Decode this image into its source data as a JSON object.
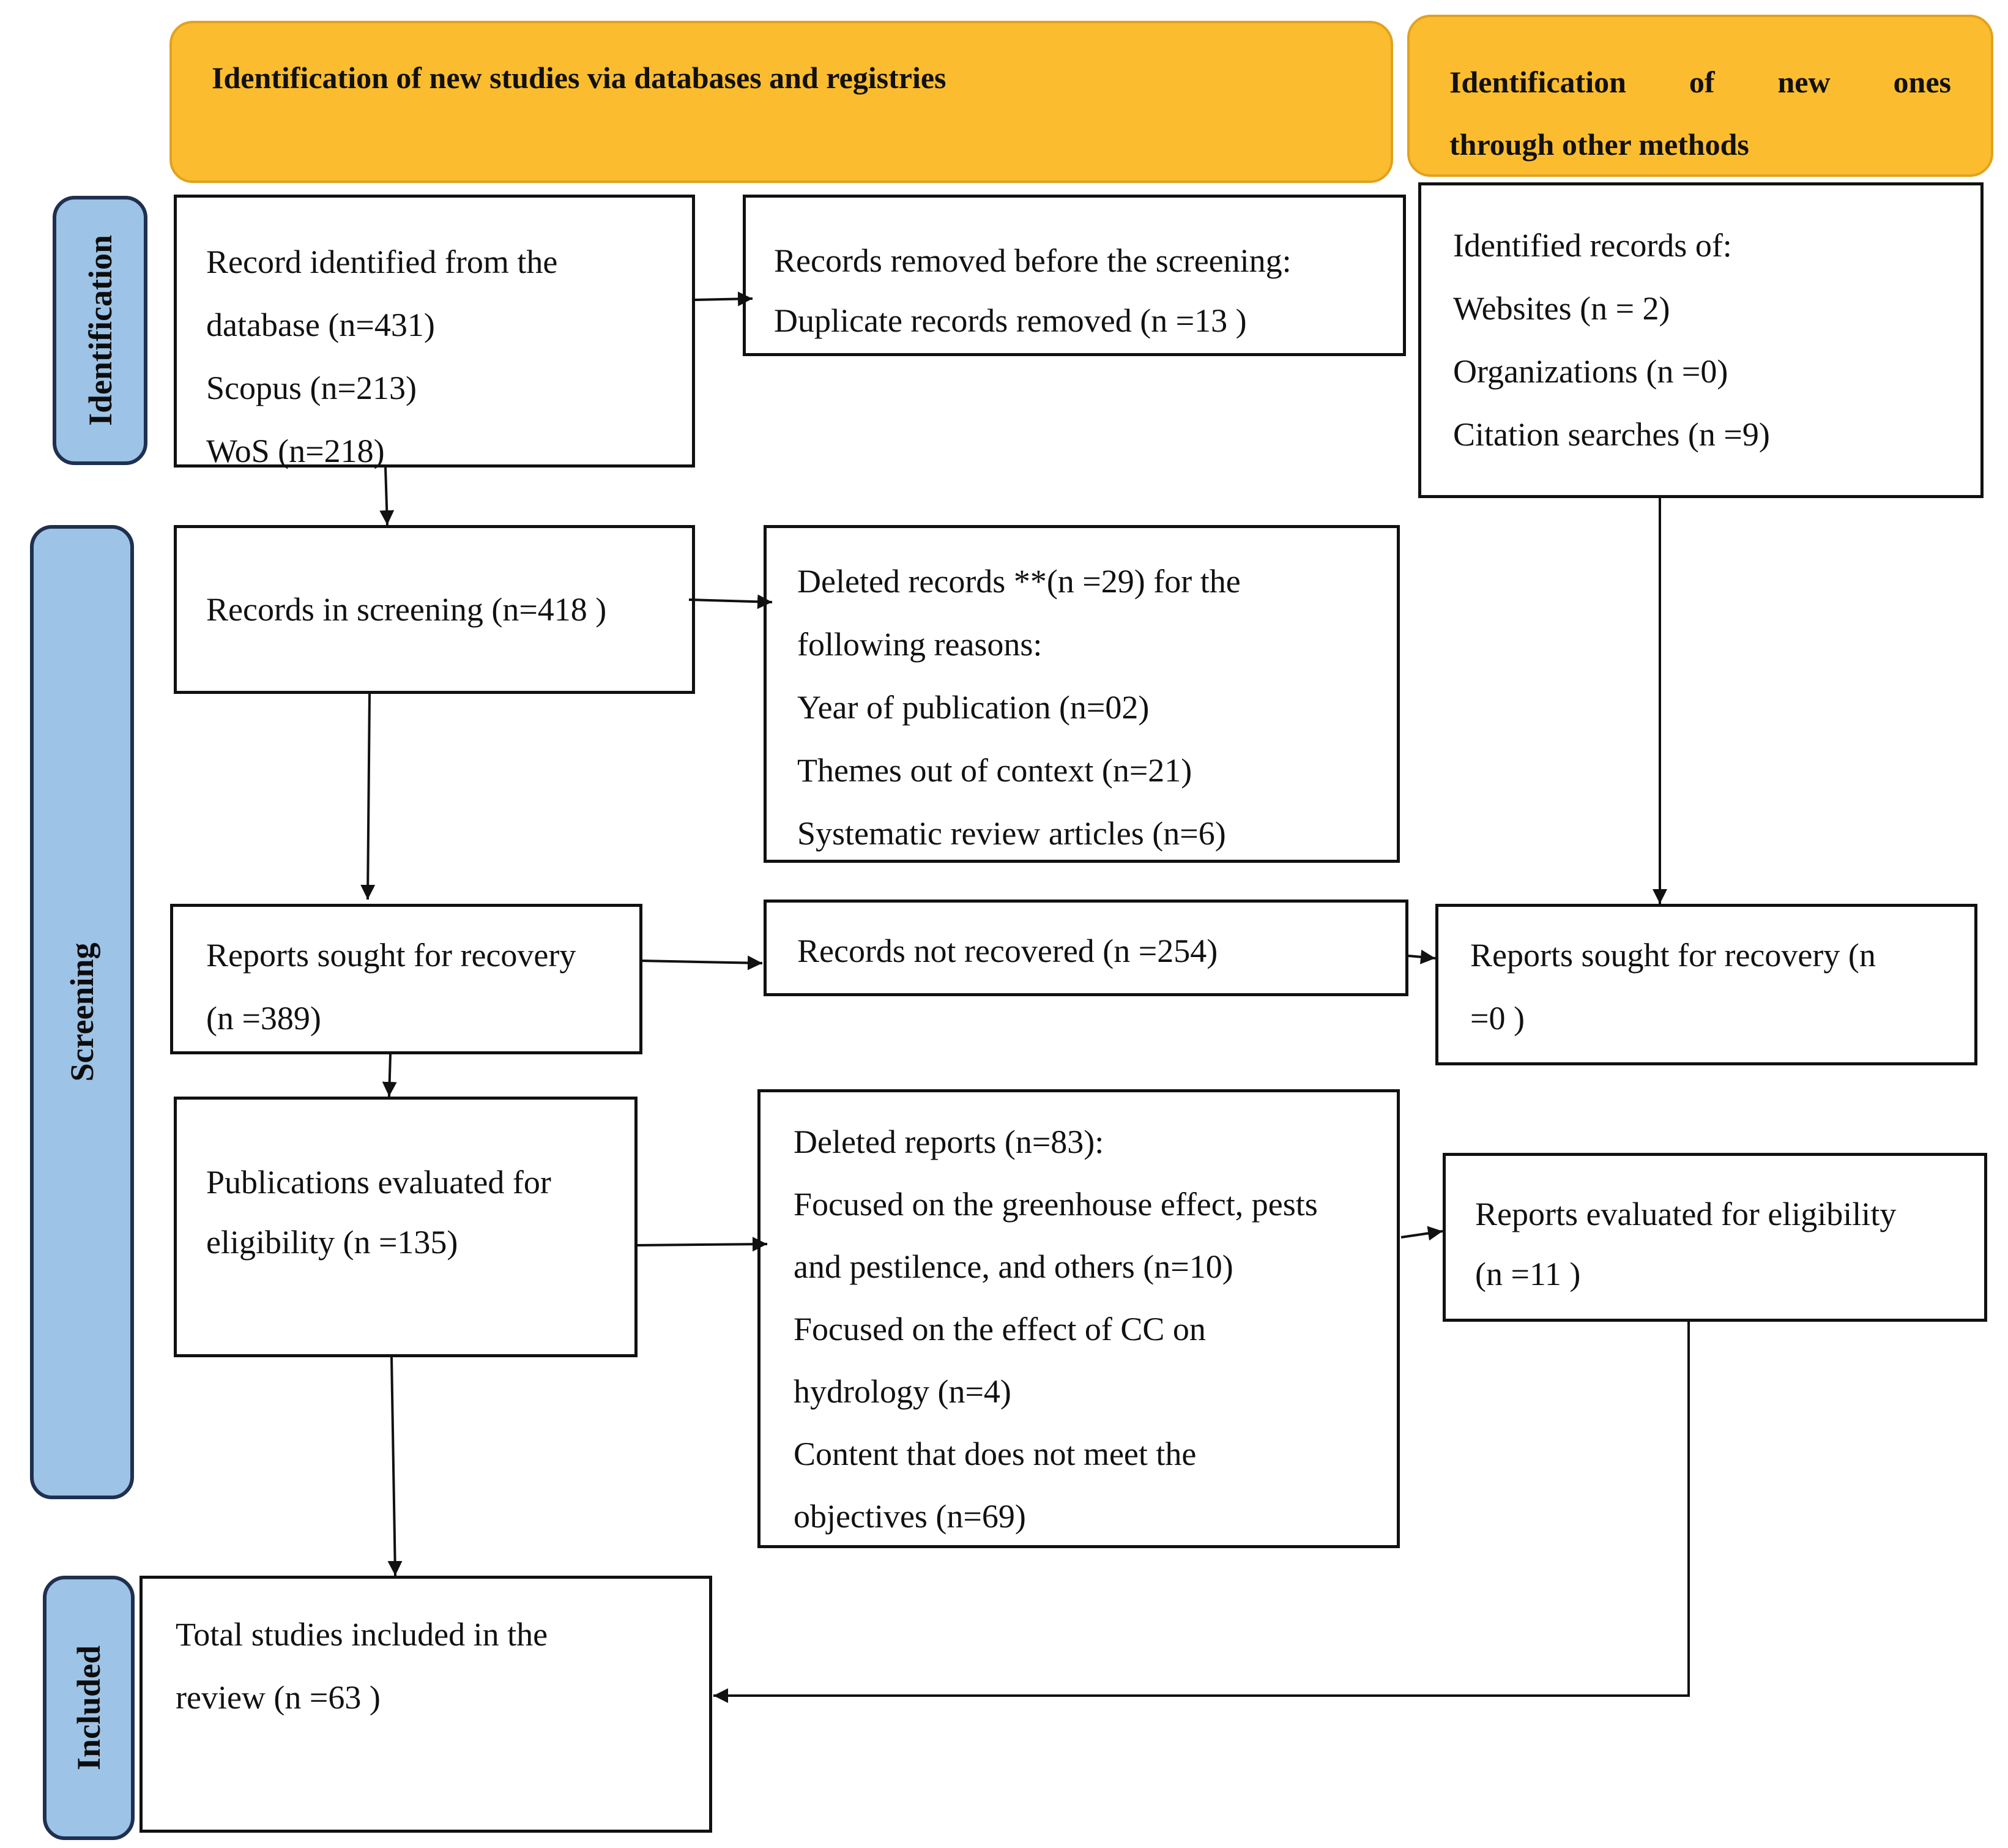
{
  "headers": {
    "databases": "Identification of new studies via databases and registries",
    "other_methods_line1": "Identification of new ones",
    "other_methods_line2": "through other methods"
  },
  "phases": {
    "identification": "Identification",
    "screening": "Screening",
    "included": "Included"
  },
  "boxes": {
    "record_identified": [
      "Record identified from the",
      "database (n=431)",
      "Scopus (n=213)",
      "WoS (n=218)"
    ],
    "removed_before_screening": [
      "Records removed before the screening:",
      "Duplicate records removed (n =13 )"
    ],
    "other_identified": [
      "Identified records of:",
      "Websites (n = 2)",
      "Organizations (n =0)",
      "Citation searches (n =9)"
    ],
    "records_screening": [
      "Records in screening (n=418 )"
    ],
    "deleted_records": [
      "Deleted records **(n =29) for the",
      "following reasons:",
      "Year of publication (n=02)",
      "Themes out of context (n=21)",
      "Systematic review articles (n=6)"
    ],
    "reports_sought": [
      "Reports sought for recovery",
      "(n =389)"
    ],
    "not_recovered": [
      "Records not recovered (n =254)"
    ],
    "other_reports_sought": [
      "Reports sought for recovery (n",
      "=0 )"
    ],
    "publications_evaluated": [
      "Publications evaluated for",
      "eligibility (n =135)"
    ],
    "deleted_reports": [
      "Deleted reports (n=83):",
      "Focused on the greenhouse effect, pests",
      "and pestilence, and others (n=10)",
      "Focused on the effect of CC on",
      "hydrology (n=4)",
      "Content that does not meet the",
      "objectives (n=69)"
    ],
    "other_reports_evaluated": [
      "Reports evaluated for eligibility",
      "(n =11 )"
    ],
    "total_included": [
      "Total studies included in the",
      "review (n =63 )"
    ]
  }
}
